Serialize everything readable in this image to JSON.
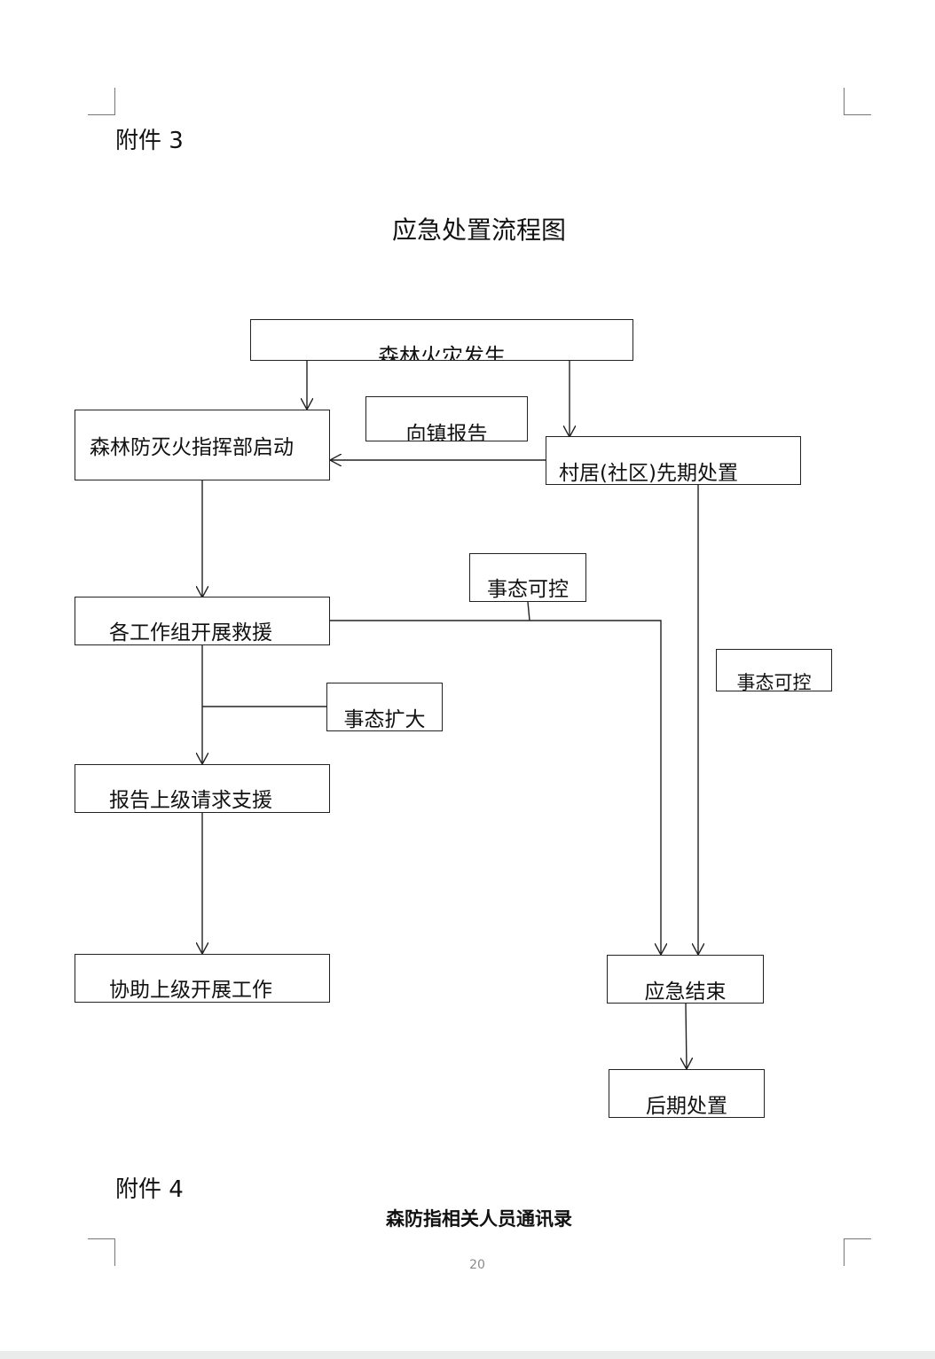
{
  "attachment_3": "附件 3",
  "flow_title": "应急处置流程图",
  "flowchart": {
    "nodes": {
      "fire_occurs": "森林火灾发生",
      "report_town": "向镇报告",
      "hq_start": "森林防灭火指挥部启动",
      "village_initial": "村居(社区)先期处置",
      "controllable_1": "事态可控",
      "groups_rescue": "各工作组开展救援",
      "controllable_2": "事态可控",
      "escalate": "事态扩大",
      "report_superior": "报告上级请求支援",
      "assist_superior": "协助上级开展工作",
      "emergency_end": "应急结束",
      "aftermath": "后期处置"
    }
  },
  "attachment_4": "附件 4",
  "directory_title": "森防指相关人员通讯录",
  "page_number": "20"
}
